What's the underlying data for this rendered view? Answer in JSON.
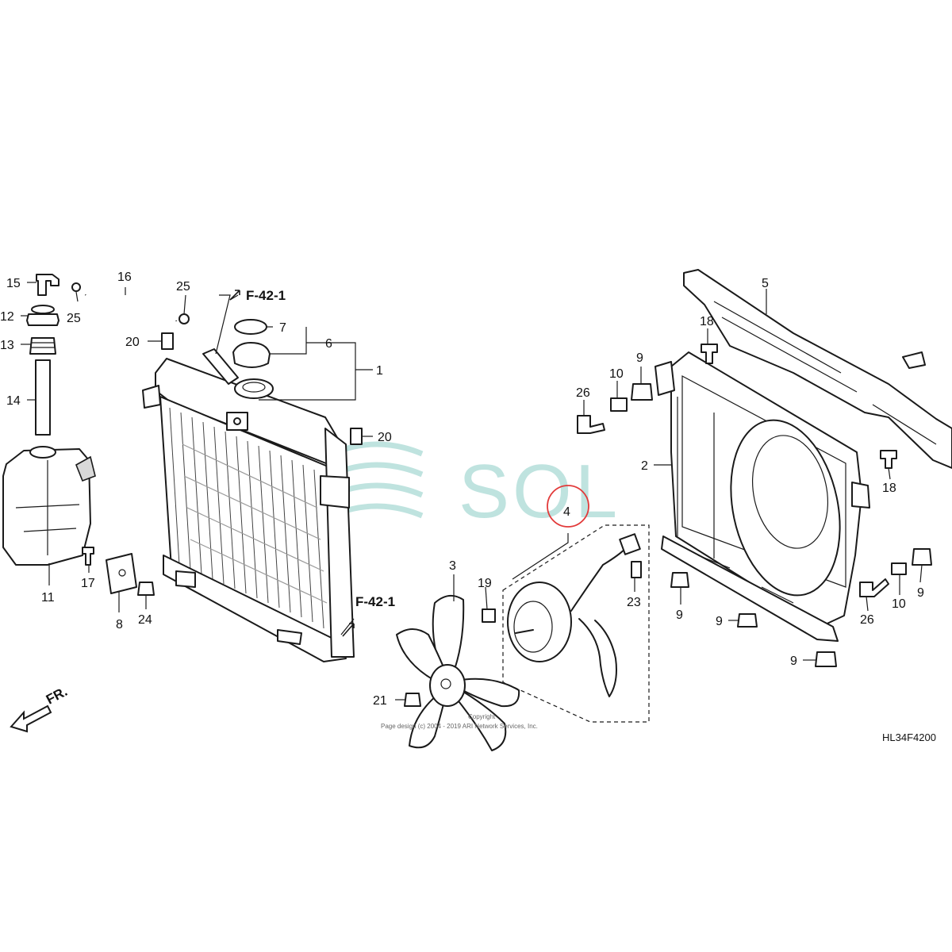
{
  "watermark": {
    "text": "SOL",
    "color": "#a9dcd7"
  },
  "highlight": {
    "part": "4",
    "color": "#e23a3a"
  },
  "diagram_code": "HL34F4200",
  "copyright": "Copyright",
  "copyright_line": "Page design (c) 2004 - 2019 ARI Network Services, Inc.",
  "front_label": "FR.",
  "ref_label": "F-42-1",
  "callouts": {
    "c1": "1",
    "c2": "2",
    "c3": "3",
    "c4": "4",
    "c5": "5",
    "c6": "6",
    "c7": "7",
    "c8": "8",
    "c9a": "9",
    "c9b": "9",
    "c9c": "9",
    "c9d": "9",
    "c9e": "9",
    "c10a": "10",
    "c10b": "10",
    "c11": "11",
    "c12": "12",
    "c13": "13",
    "c14": "14",
    "c15": "15",
    "c16": "16",
    "c17": "17",
    "c18a": "18",
    "c18b": "18",
    "c19": "19",
    "c20a": "20",
    "c20b": "20",
    "c21": "21",
    "c23": "23",
    "c24": "24",
    "c25a": "25",
    "c25b": "25",
    "c26a": "26",
    "c26b": "26"
  }
}
